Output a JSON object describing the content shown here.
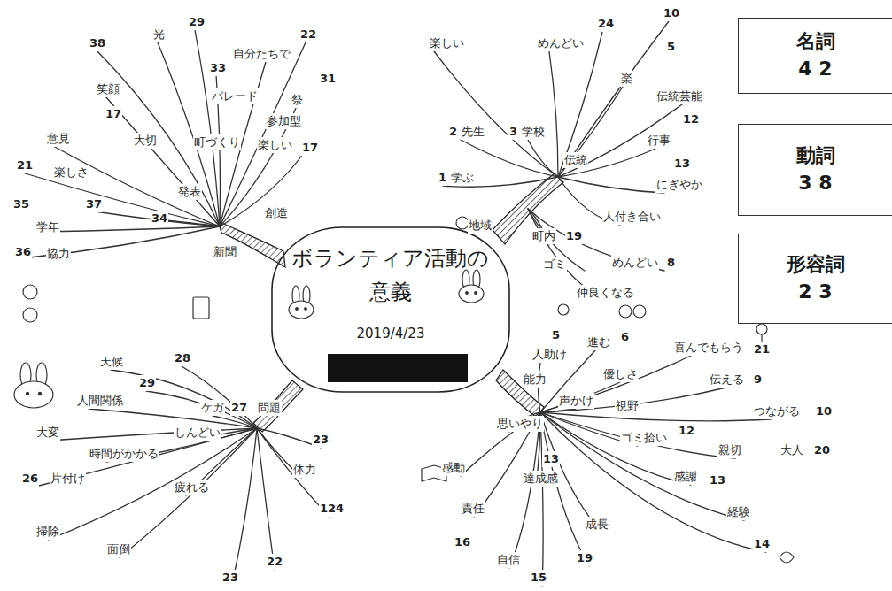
{
  "diagram": {
    "nodes": [
      {
        "text": [
          "ボランティア活動の 意義",
          "2019/4/23"
        ]
      },
      {
        "text": [
          "名詞",
          "42"
        ]
      },
      {
        "text": [
          "動詞",
          "38"
        ]
      },
      {
        "text": [
          "形容詞",
          "23"
        ]
      }
    ],
    "labels": [
      "38",
      "光",
      "29",
      "33",
      "自分たちで",
      "22",
      "31",
      "祭",
      "パレード",
      "参加型",
      "町づくり",
      "楽しい",
      "17",
      "笑顔",
      "17",
      "大切",
      "意見",
      "21",
      "楽しさ",
      "37",
      "学年",
      "35",
      "36",
      "協力",
      "34",
      "発表",
      "創造",
      "新聞",
      "楽しい",
      "めんどい",
      "24",
      "10",
      "5",
      "楽",
      "伝統芸能",
      "12",
      "2",
      "先生",
      "3",
      "学校",
      "伝統",
      "行事",
      "13",
      "にぎやか",
      "1",
      "学ぶ",
      "地域",
      "町内",
      "19",
      "人付き合い",
      "ゴミ",
      "めんどい",
      "8",
      "仲良くなる",
      "能力",
      "人助け",
      "5",
      "進む",
      "6",
      "優しさ",
      "喜んでもらう",
      "21",
      "伝える",
      "9",
      "つながる",
      "10",
      "声かけ",
      "視野",
      "ゴミ拾い",
      "12",
      "親切",
      "大人",
      "20",
      "感謝",
      "13",
      "経験",
      "14",
      "思いやり",
      "13",
      "達成感",
      "感動",
      "責任",
      "16",
      "成長",
      "19",
      "自信",
      "15",
      "問題",
      "23",
      "体力",
      "124",
      "ケガ",
      "27",
      "しんどい",
      "天候",
      "28",
      "29",
      "人間関係",
      "時間がかかる",
      "大変",
      "26",
      "片付け",
      "疲れる",
      "掃除",
      "面倒",
      "22",
      "23"
    ]
  }
}
